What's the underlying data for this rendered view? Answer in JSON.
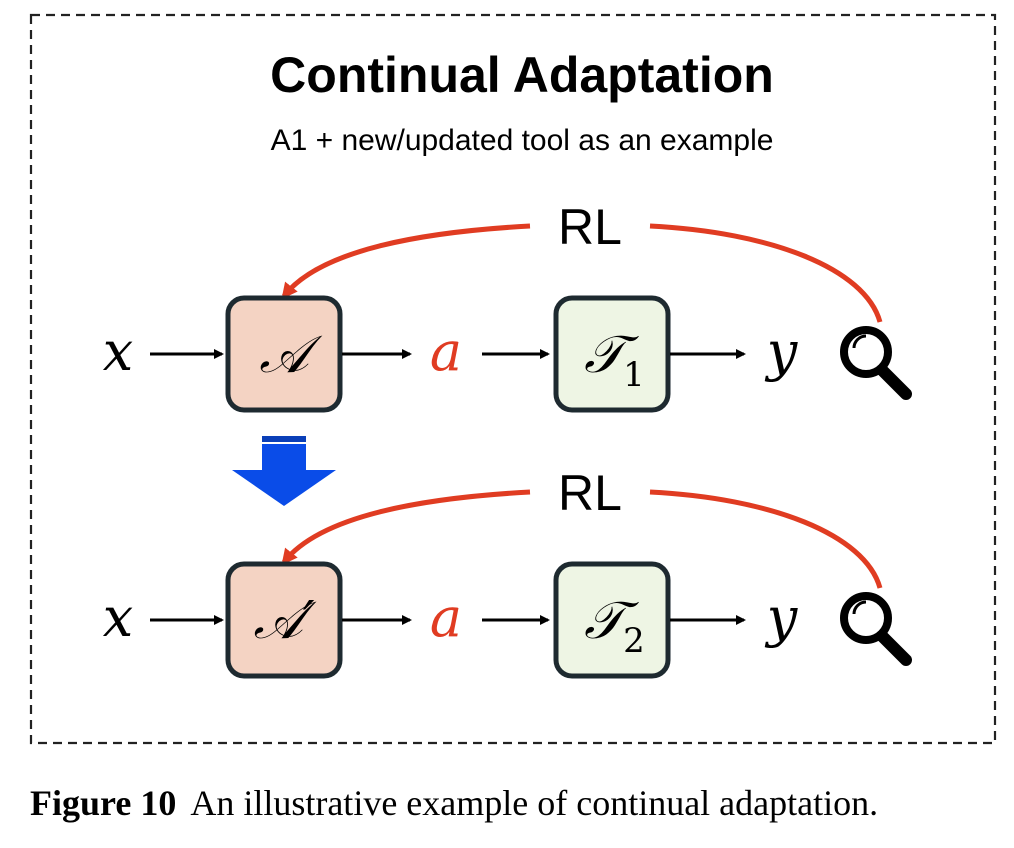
{
  "diagram": {
    "title": "Continual Adaptation",
    "subtitle": "A1 + new/updated tool as an example",
    "rows": [
      {
        "feedback_label": "RL",
        "input": "x",
        "agent": "𝒜",
        "agent_prime": "",
        "action": "a",
        "tool": "𝒯",
        "tool_sub": "1",
        "output": "y"
      },
      {
        "feedback_label": "RL",
        "input": "x",
        "agent": "𝒜",
        "agent_prime": "′",
        "action": "a",
        "tool": "𝒯",
        "tool_sub": "2",
        "output": "y"
      }
    ]
  },
  "caption": {
    "label": "Figure 10",
    "text": "An illustrative example of continual adaptation."
  },
  "colors": {
    "agent_fill": "#f4d3c3",
    "tool_fill": "#eef5e4",
    "box_stroke": "#1e2a30",
    "rl_arrow": "#e03c22",
    "action_text": "#e03c22",
    "down_arrow": "#0a4ce8"
  }
}
